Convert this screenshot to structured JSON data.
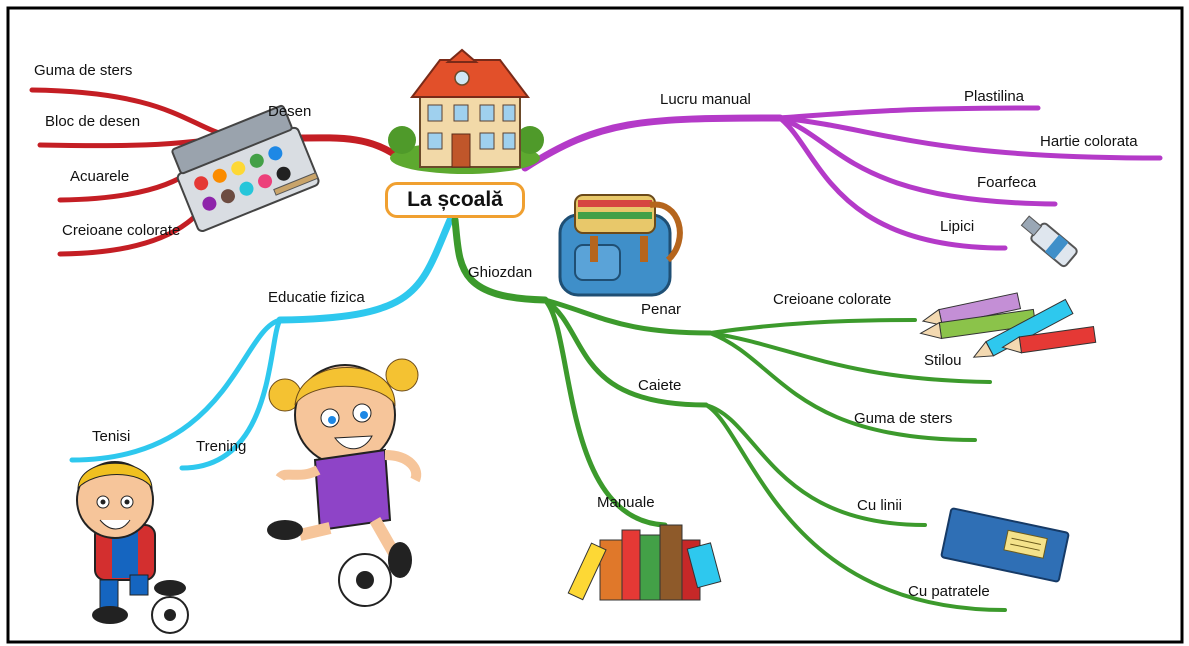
{
  "root": {
    "label": "La școală"
  },
  "colors": {
    "frame": "#000000",
    "desen": "#c41e24",
    "lucru": "#b43ac8",
    "ghiozdan": "#3c9a2c",
    "educatie": "#2ec8ee",
    "rootBorder": "#f0a030"
  },
  "branches": {
    "desen": {
      "label": "Desen",
      "items": [
        "Guma de sters",
        "Bloc de desen",
        "Acuarele",
        "Creioane colorate"
      ]
    },
    "lucru_manual": {
      "label": "Lucru manual",
      "items": [
        "Plastilina",
        "Hartie colorata",
        "Foarfeca",
        "Lipici"
      ]
    },
    "educatie_fizica": {
      "label": "Educatie fizica",
      "items": [
        "Tenisi",
        "Trening"
      ]
    },
    "ghiozdan": {
      "label": "Ghiozdan",
      "penar": {
        "label": "Penar",
        "items": [
          "Creioane colorate",
          "Stilou",
          "Guma de sters"
        ]
      },
      "caiete": {
        "label": "Caiete",
        "items": [
          "Cu linii",
          "Cu patratele"
        ]
      },
      "manuale": {
        "label": "Manuale"
      }
    }
  },
  "icons": [
    "school-building-icon",
    "paint-palette-icon",
    "backpack-icon",
    "glue-tube-icon",
    "colored-pencils-icon",
    "notebook-icon",
    "books-icon",
    "boy-with-ball-icon",
    "girl-kicking-ball-icon"
  ]
}
